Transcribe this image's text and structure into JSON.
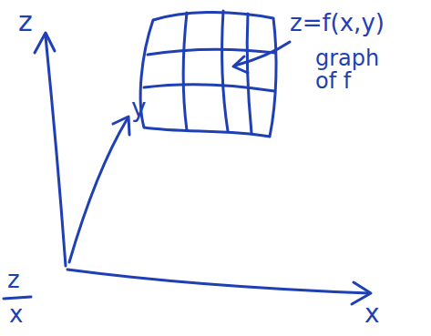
{
  "diagram": {
    "labels": [
      "z",
      "y",
      "x",
      "z=f(x,y)",
      "graph of f",
      "z",
      "x"
    ]
  }
}
